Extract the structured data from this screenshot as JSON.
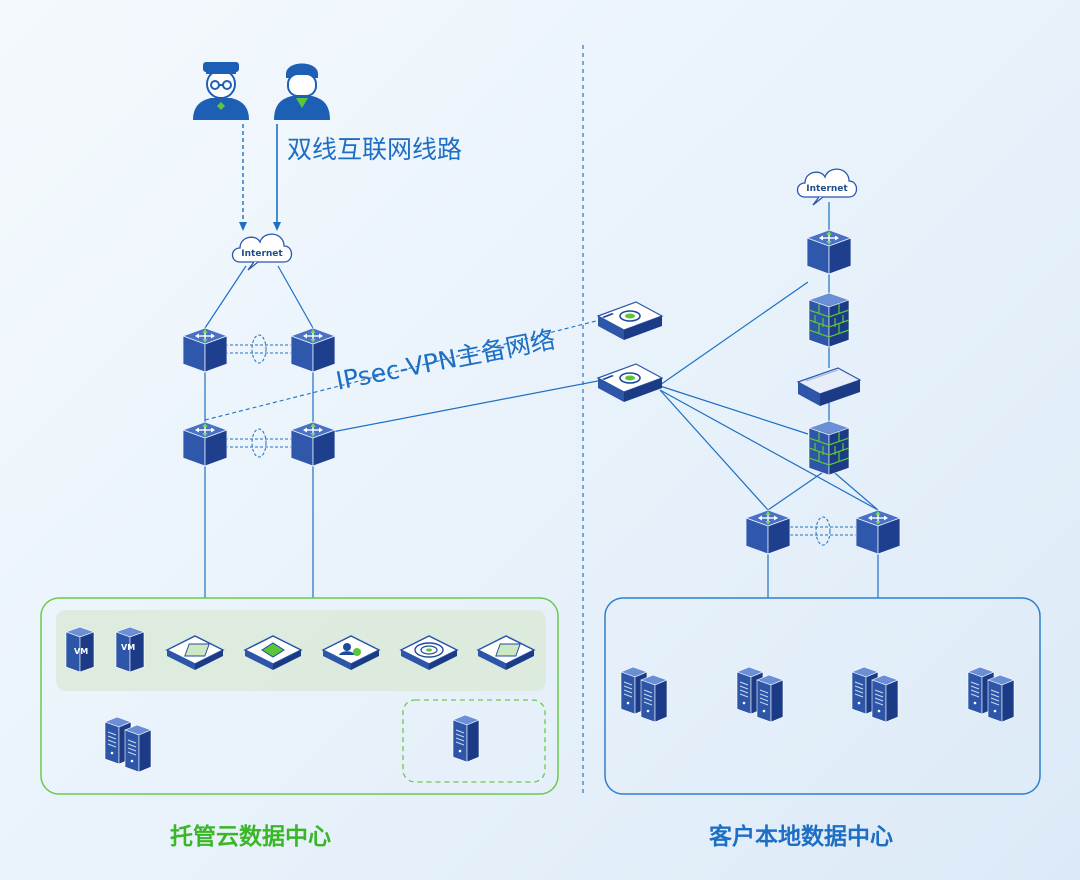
{
  "labels": {
    "dual_line": "双线互联网线路",
    "vpn": "IPsec-VPN主备网络",
    "left_dc": "托管云数据中心",
    "right_dc": "客户本地数据中心",
    "internet_left": "Internet",
    "internet_right": "Internet",
    "vm_1": "VM",
    "vm_2": "VM"
  },
  "colors": {
    "blue_line": "#1e6fc4",
    "green_accent": "#5cc63a",
    "device_top": "#3b63b8",
    "device_side": "#1c3d8c"
  },
  "icons": [
    "user-with-glasses-icon",
    "user-icon",
    "cloud-icon",
    "switch-icon",
    "vpn-gateway-icon",
    "firewall-icon",
    "router-icon",
    "server-icon",
    "vm-icon",
    "security-appliance-icon"
  ]
}
